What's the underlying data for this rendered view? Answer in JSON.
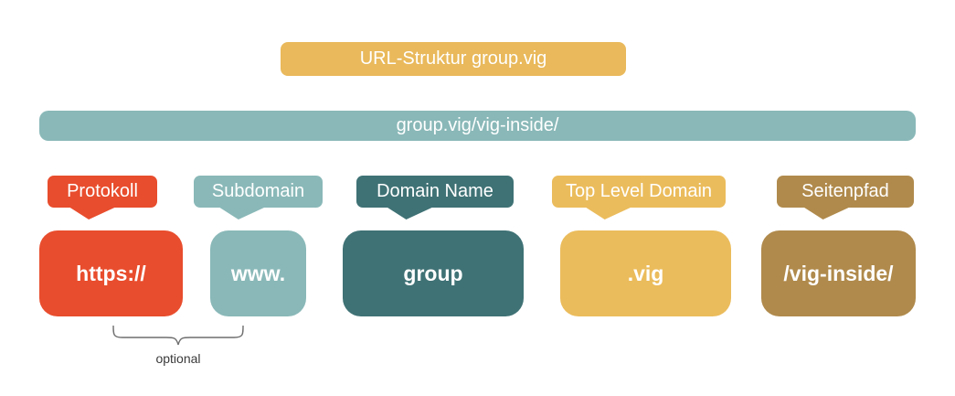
{
  "diagram": {
    "title": "URL-Struktur group.vig",
    "url_bar": "group.vig/vig-inside/",
    "optional_label": "optional",
    "segments": [
      {
        "label": "Protokoll",
        "value": "https://",
        "color": "#E84D2D"
      },
      {
        "label": "Subdomain",
        "value": "www.",
        "color": "#8AB8B8"
      },
      {
        "label": "Domain Name",
        "value": "group",
        "color": "#3F7275"
      },
      {
        "label": "Top Level Domain",
        "value": ".vig",
        "color": "#EBBC5C"
      },
      {
        "label": "Seitenpfad",
        "value": "/vig-inside/",
        "color": "#B08A4C"
      }
    ],
    "colors": {
      "title_box": "#E9B95B",
      "url_bar": "#8AB8B8",
      "background": "#FFFFFF",
      "annotation_text": "#3A3A3A",
      "brace_line": "#6F6F6F"
    }
  }
}
